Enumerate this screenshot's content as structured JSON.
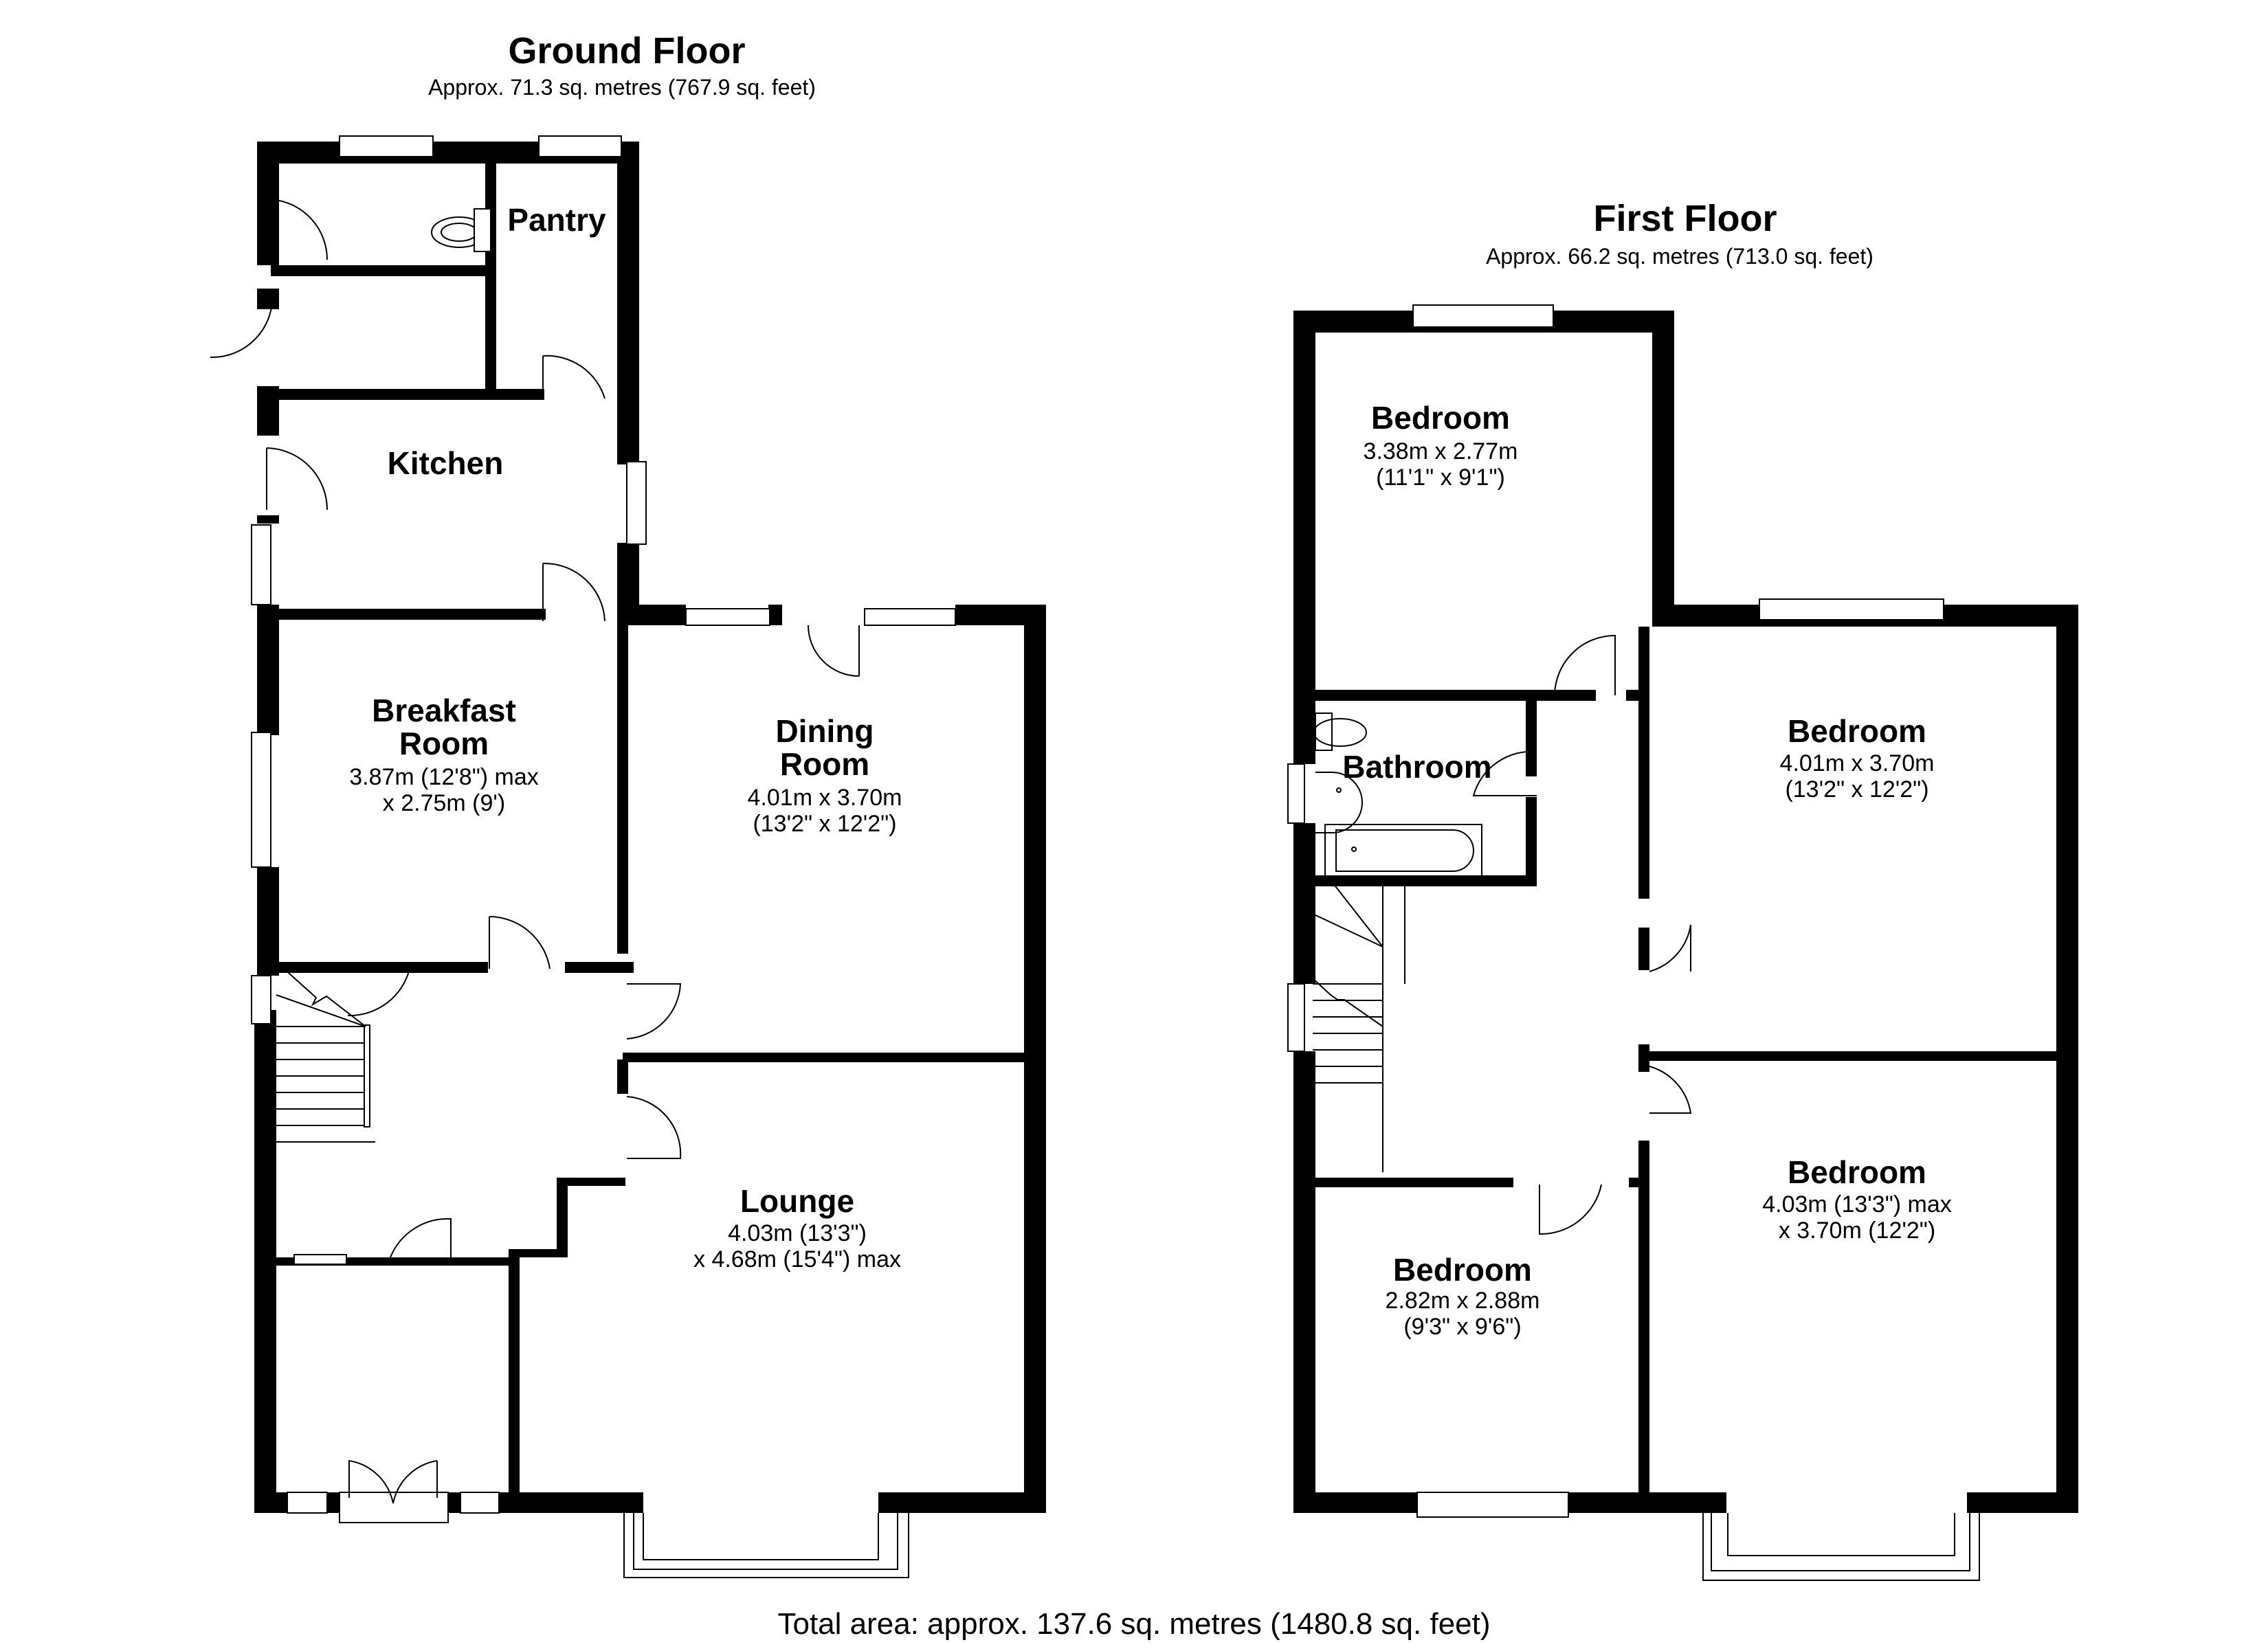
{
  "ground_floor": {
    "title": "Ground Floor",
    "area": "Approx. 71.3 sq. metres (767.9 sq. feet)",
    "rooms": {
      "pantry": {
        "name": "Pantry"
      },
      "kitchen": {
        "name": "Kitchen"
      },
      "breakfast": {
        "name_line1": "Breakfast",
        "name_line2": "Room",
        "dim_line1": "3.87m (12'8\") max",
        "dim_line2": "x 2.75m (9')"
      },
      "dining": {
        "name_line1": "Dining",
        "name_line2": "Room",
        "dim_line1": "4.01m x 3.70m",
        "dim_line2": "(13'2\" x 12'2\")"
      },
      "lounge": {
        "name": "Lounge",
        "dim_line1": "4.03m (13'3\")",
        "dim_line2": "x 4.68m (15'4\") max"
      }
    }
  },
  "first_floor": {
    "title": "First Floor",
    "area": "Approx. 66.2 sq. metres (713.0 sq. feet)",
    "rooms": {
      "bedroom_rear_left": {
        "name": "Bedroom",
        "dim_line1": "3.38m x 2.77m",
        "dim_line2": "(11'1\" x 9'1\")"
      },
      "bathroom": {
        "name": "Bathroom"
      },
      "bedroom_rear_right": {
        "name": "Bedroom",
        "dim_line1": "4.01m x 3.70m",
        "dim_line2": "(13'2\" x 12'2\")"
      },
      "bedroom_front_right": {
        "name": "Bedroom",
        "dim_line1": "4.03m (13'3\") max",
        "dim_line2": "x 3.70m (12'2\")"
      },
      "bedroom_front_left": {
        "name": "Bedroom",
        "dim_line1": "2.82m x 2.88m",
        "dim_line2": "(9'3\" x 9'6\")"
      }
    }
  },
  "total_area": "Total area: approx. 137.6 sq. metres (1480.8 sq. feet)"
}
